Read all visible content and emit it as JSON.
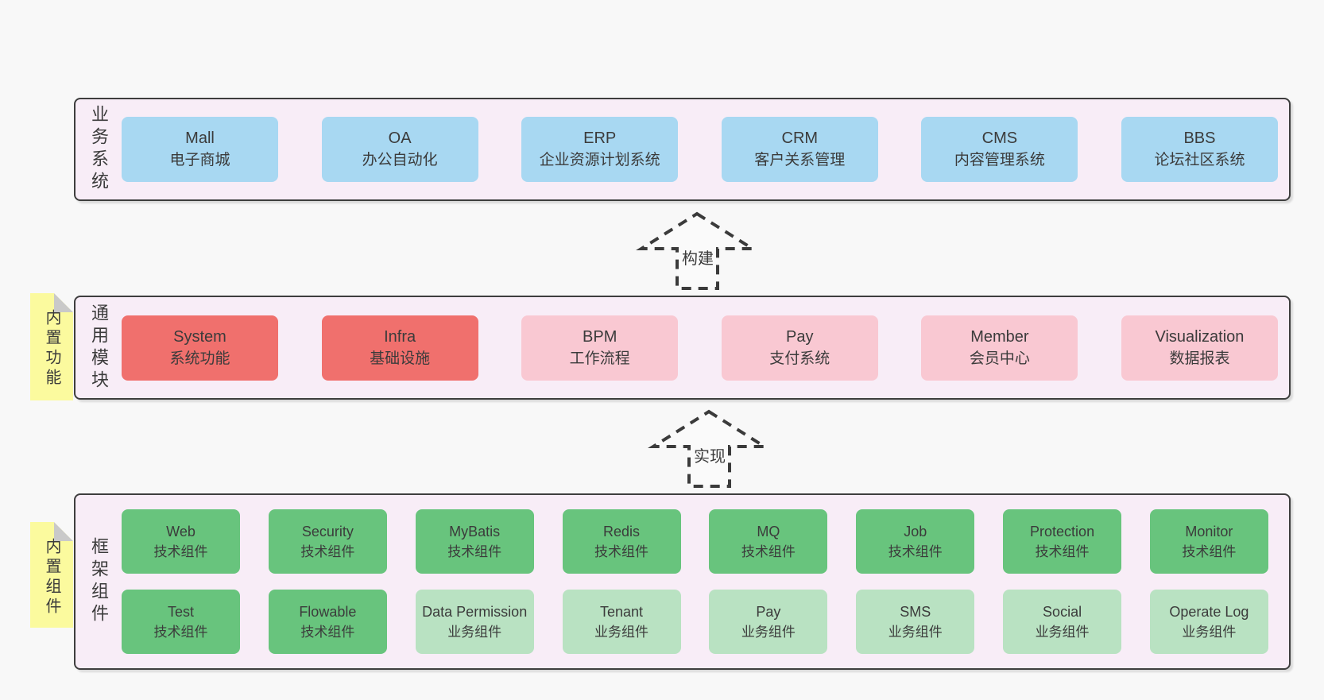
{
  "colors": {
    "page_bg": "#f8f8f8",
    "panel_bg": "#f8edf7",
    "panel_border": "#3e3e3e",
    "blue": "#a8d8f2",
    "red": "#f0706d",
    "pink": "#f9c8d2",
    "green": "#68c47d",
    "light_green": "#b9e2c2",
    "yellow": "#fbfa9e",
    "fold_gray": "#c9c9c9",
    "text": "#3b3b3b"
  },
  "arrows": [
    {
      "label": "构建"
    },
    {
      "label": "实现"
    }
  ],
  "sections": {
    "business": {
      "side_label": "业务系统",
      "items": [
        {
          "en": "Mall",
          "zh": "电子商城"
        },
        {
          "en": "OA",
          "zh": "办公自动化"
        },
        {
          "en": "ERP",
          "zh": "企业资源计划系统"
        },
        {
          "en": "CRM",
          "zh": "客户关系管理"
        },
        {
          "en": "CMS",
          "zh": "内容管理系统"
        },
        {
          "en": "BBS",
          "zh": "论坛社区系统"
        }
      ]
    },
    "modules": {
      "side_label": "通用模块",
      "note": "内置功能",
      "items": [
        {
          "en": "System",
          "zh": "系统功能",
          "variant": "red"
        },
        {
          "en": "Infra",
          "zh": "基础设施",
          "variant": "red"
        },
        {
          "en": "BPM",
          "zh": "工作流程",
          "variant": "pink"
        },
        {
          "en": "Pay",
          "zh": "支付系统",
          "variant": "pink"
        },
        {
          "en": "Member",
          "zh": "会员中心",
          "variant": "pink"
        },
        {
          "en": "Visualization",
          "zh": "数据报表",
          "variant": "pink"
        }
      ]
    },
    "framework": {
      "side_label": "框架组件",
      "note": "内置组件",
      "row1": [
        {
          "en": "Web",
          "zh": "技术组件",
          "variant": "green"
        },
        {
          "en": "Security",
          "zh": "技术组件",
          "variant": "green"
        },
        {
          "en": "MyBatis",
          "zh": "技术组件",
          "variant": "green"
        },
        {
          "en": "Redis",
          "zh": "技术组件",
          "variant": "green"
        },
        {
          "en": "MQ",
          "zh": "技术组件",
          "variant": "green"
        },
        {
          "en": "Job",
          "zh": "技术组件",
          "variant": "green"
        },
        {
          "en": "Protection",
          "zh": "技术组件",
          "variant": "green"
        },
        {
          "en": "Monitor",
          "zh": "技术组件",
          "variant": "green"
        }
      ],
      "row2": [
        {
          "en": "Test",
          "zh": "技术组件",
          "variant": "green"
        },
        {
          "en": "Flowable",
          "zh": "技术组件",
          "variant": "green"
        },
        {
          "en": "Data Permission",
          "zh": "业务组件",
          "variant": "lightgreen"
        },
        {
          "en": "Tenant",
          "zh": "业务组件",
          "variant": "lightgreen"
        },
        {
          "en": "Pay",
          "zh": "业务组件",
          "variant": "lightgreen"
        },
        {
          "en": "SMS",
          "zh": "业务组件",
          "variant": "lightgreen"
        },
        {
          "en": "Social",
          "zh": "业务组件",
          "variant": "lightgreen"
        },
        {
          "en": "Operate Log",
          "zh": "业务组件",
          "variant": "lightgreen"
        }
      ]
    }
  }
}
